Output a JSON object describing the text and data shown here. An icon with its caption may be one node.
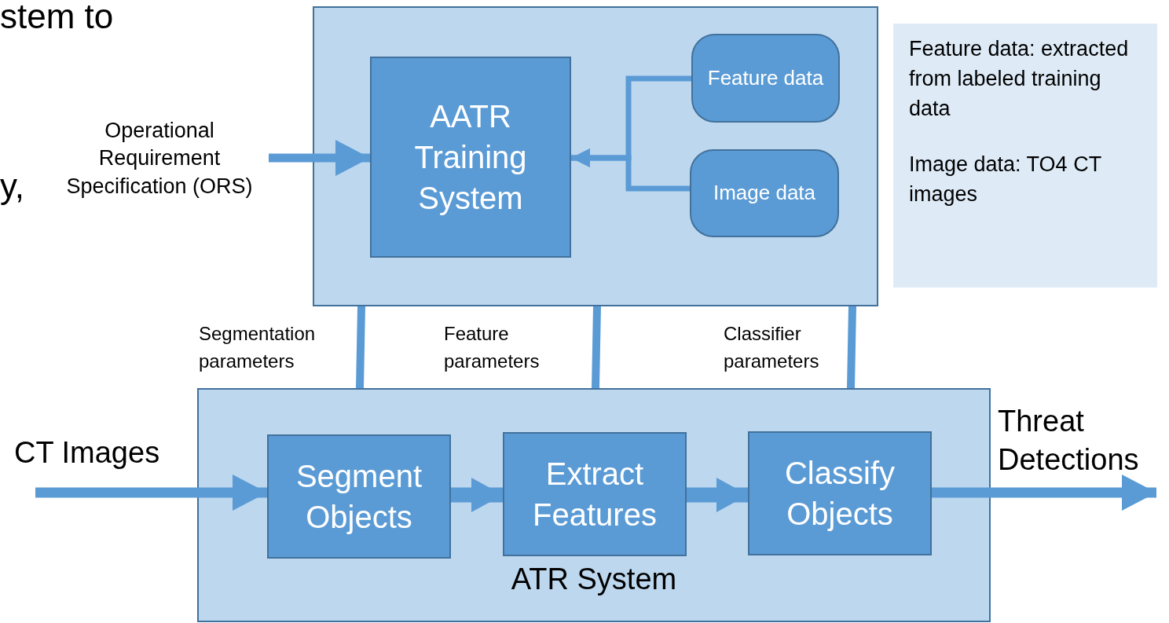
{
  "diagram": {
    "nodes": [
      {
        "text": [],
        "shape": "box"
      },
      {
        "text": [
          "AATR Training System"
        ],
        "in": 0
      },
      {
        "text": [
          "Feature data"
        ],
        "in": 0
      },
      {
        "text": [
          "Image data"
        ],
        "in": 0
      },
      {
        "text": [
          "Operational Requirement Specification (ORS)"
        ]
      },
      {
        "text": [
          "Feature data: extracted from labeled training data",
          "Image data: TO4 CT images"
        ]
      },
      {
        "text": [
          "ATR System"
        ]
      },
      {
        "text": [
          "Segment Objects"
        ],
        "in": 6
      },
      {
        "text": [
          "Extract Features"
        ],
        "in": 6
      },
      {
        "text": [
          "Classify Objects"
        ],
        "in": 6
      },
      {
        "text": [
          "CT Images"
        ]
      },
      {
        "text": [
          "Threat Detections"
        ]
      }
    ],
    "edges": [
      {
        "from": 4,
        "to": 1,
        "arrow": "to"
      },
      {
        "from": 2,
        "to": 1,
        "arrow": "to"
      },
      {
        "from": 3,
        "to": 1,
        "arrow": "to"
      },
      {
        "from": 0,
        "to": 6,
        "arrow": "none",
        "label": "Segmentation parameters"
      },
      {
        "from": 0,
        "to": 6,
        "arrow": "none",
        "label": "Feature parameters"
      },
      {
        "from": 0,
        "to": 6,
        "arrow": "none",
        "label": "Classifier parameters"
      },
      {
        "from": 10,
        "to": 7,
        "arrow": "to"
      },
      {
        "from": 7,
        "to": 8,
        "arrow": "to",
        "style": "thick"
      },
      {
        "from": 8,
        "to": 9,
        "arrow": "to",
        "style": "thick"
      },
      {
        "from": 9,
        "to": 11,
        "arrow": "to"
      }
    ],
    "labels": [
      "stem to",
      "y,"
    ]
  }
}
